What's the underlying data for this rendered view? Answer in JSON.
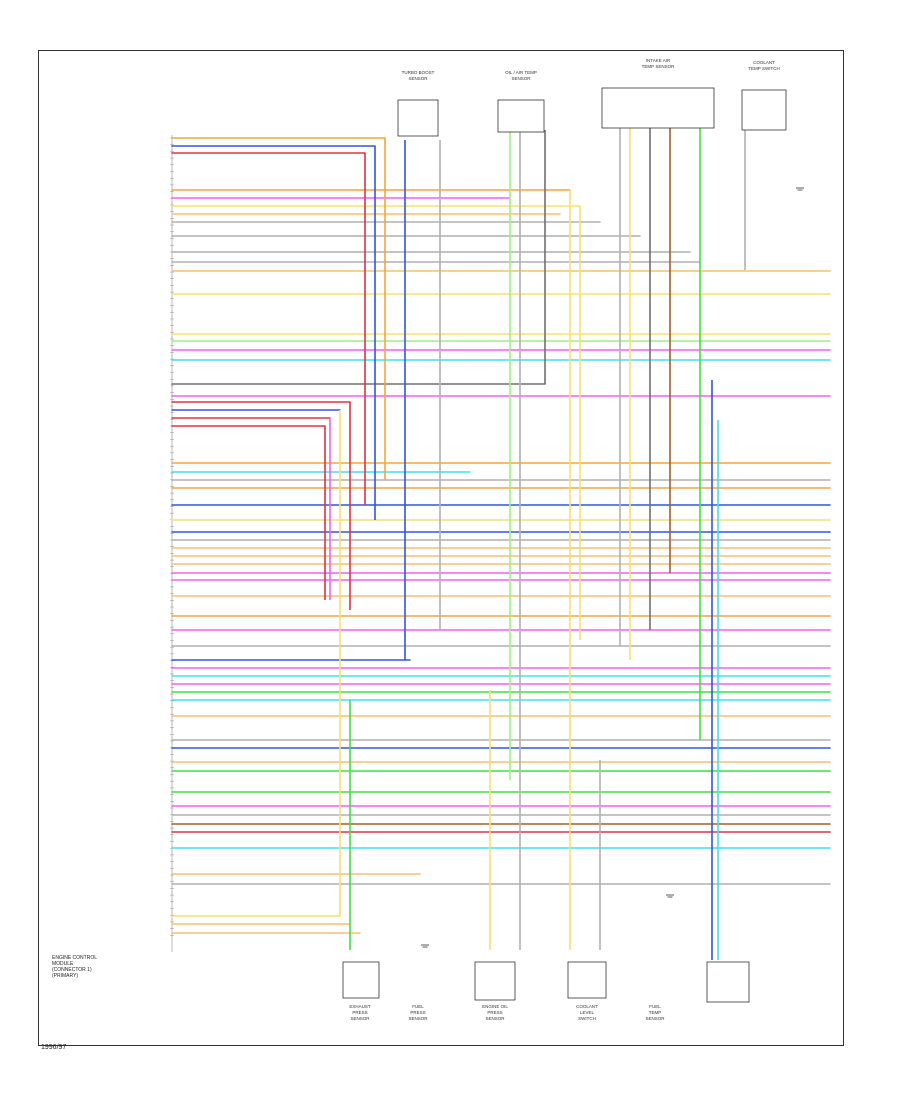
{
  "diagram": {
    "ecm_label": [
      "ENGINE CONTROL MODULE",
      "(CONNECTOR 1)",
      "(PRIMARY)"
    ],
    "footer_code": "1996/97",
    "components_top": [
      {
        "label": [
          "TURBO BOOST",
          "SENSOR"
        ]
      },
      {
        "label": [
          "OIL / AIR TEMP",
          "SENSOR"
        ]
      },
      {
        "label": [
          "INTAKE AIR",
          "TEMP SENSOR"
        ]
      },
      {
        "label": [
          "COOLANT",
          "TEMP SWITCH"
        ]
      }
    ],
    "components_bottom": [
      {
        "label": [
          "EXHAUST",
          "PRESS",
          "SENSOR"
        ]
      },
      {
        "label": [
          "FUEL",
          "PRESS",
          "SENSOR"
        ]
      },
      {
        "label": [
          "ENGINE OIL",
          "PRESS",
          "SENSOR"
        ]
      },
      {
        "label": [
          "COOLANT",
          "LEVEL",
          "SWITCH"
        ]
      },
      {
        "label": [
          "FUEL",
          "TEMP",
          "SENSOR"
        ]
      }
    ],
    "colors": {
      "orange": "#f4a340",
      "blue": "#3355dd",
      "red": "#dd3344",
      "yellow": "#f5e070",
      "pink": "#f060f0",
      "green": "#40e040",
      "cyan": "#40e0f0",
      "tan": "#f4c070",
      "gray": "#b0b0b0",
      "brown": "#a06030",
      "lightgreen": "#a0f080",
      "darkgray": "#707070"
    }
  }
}
